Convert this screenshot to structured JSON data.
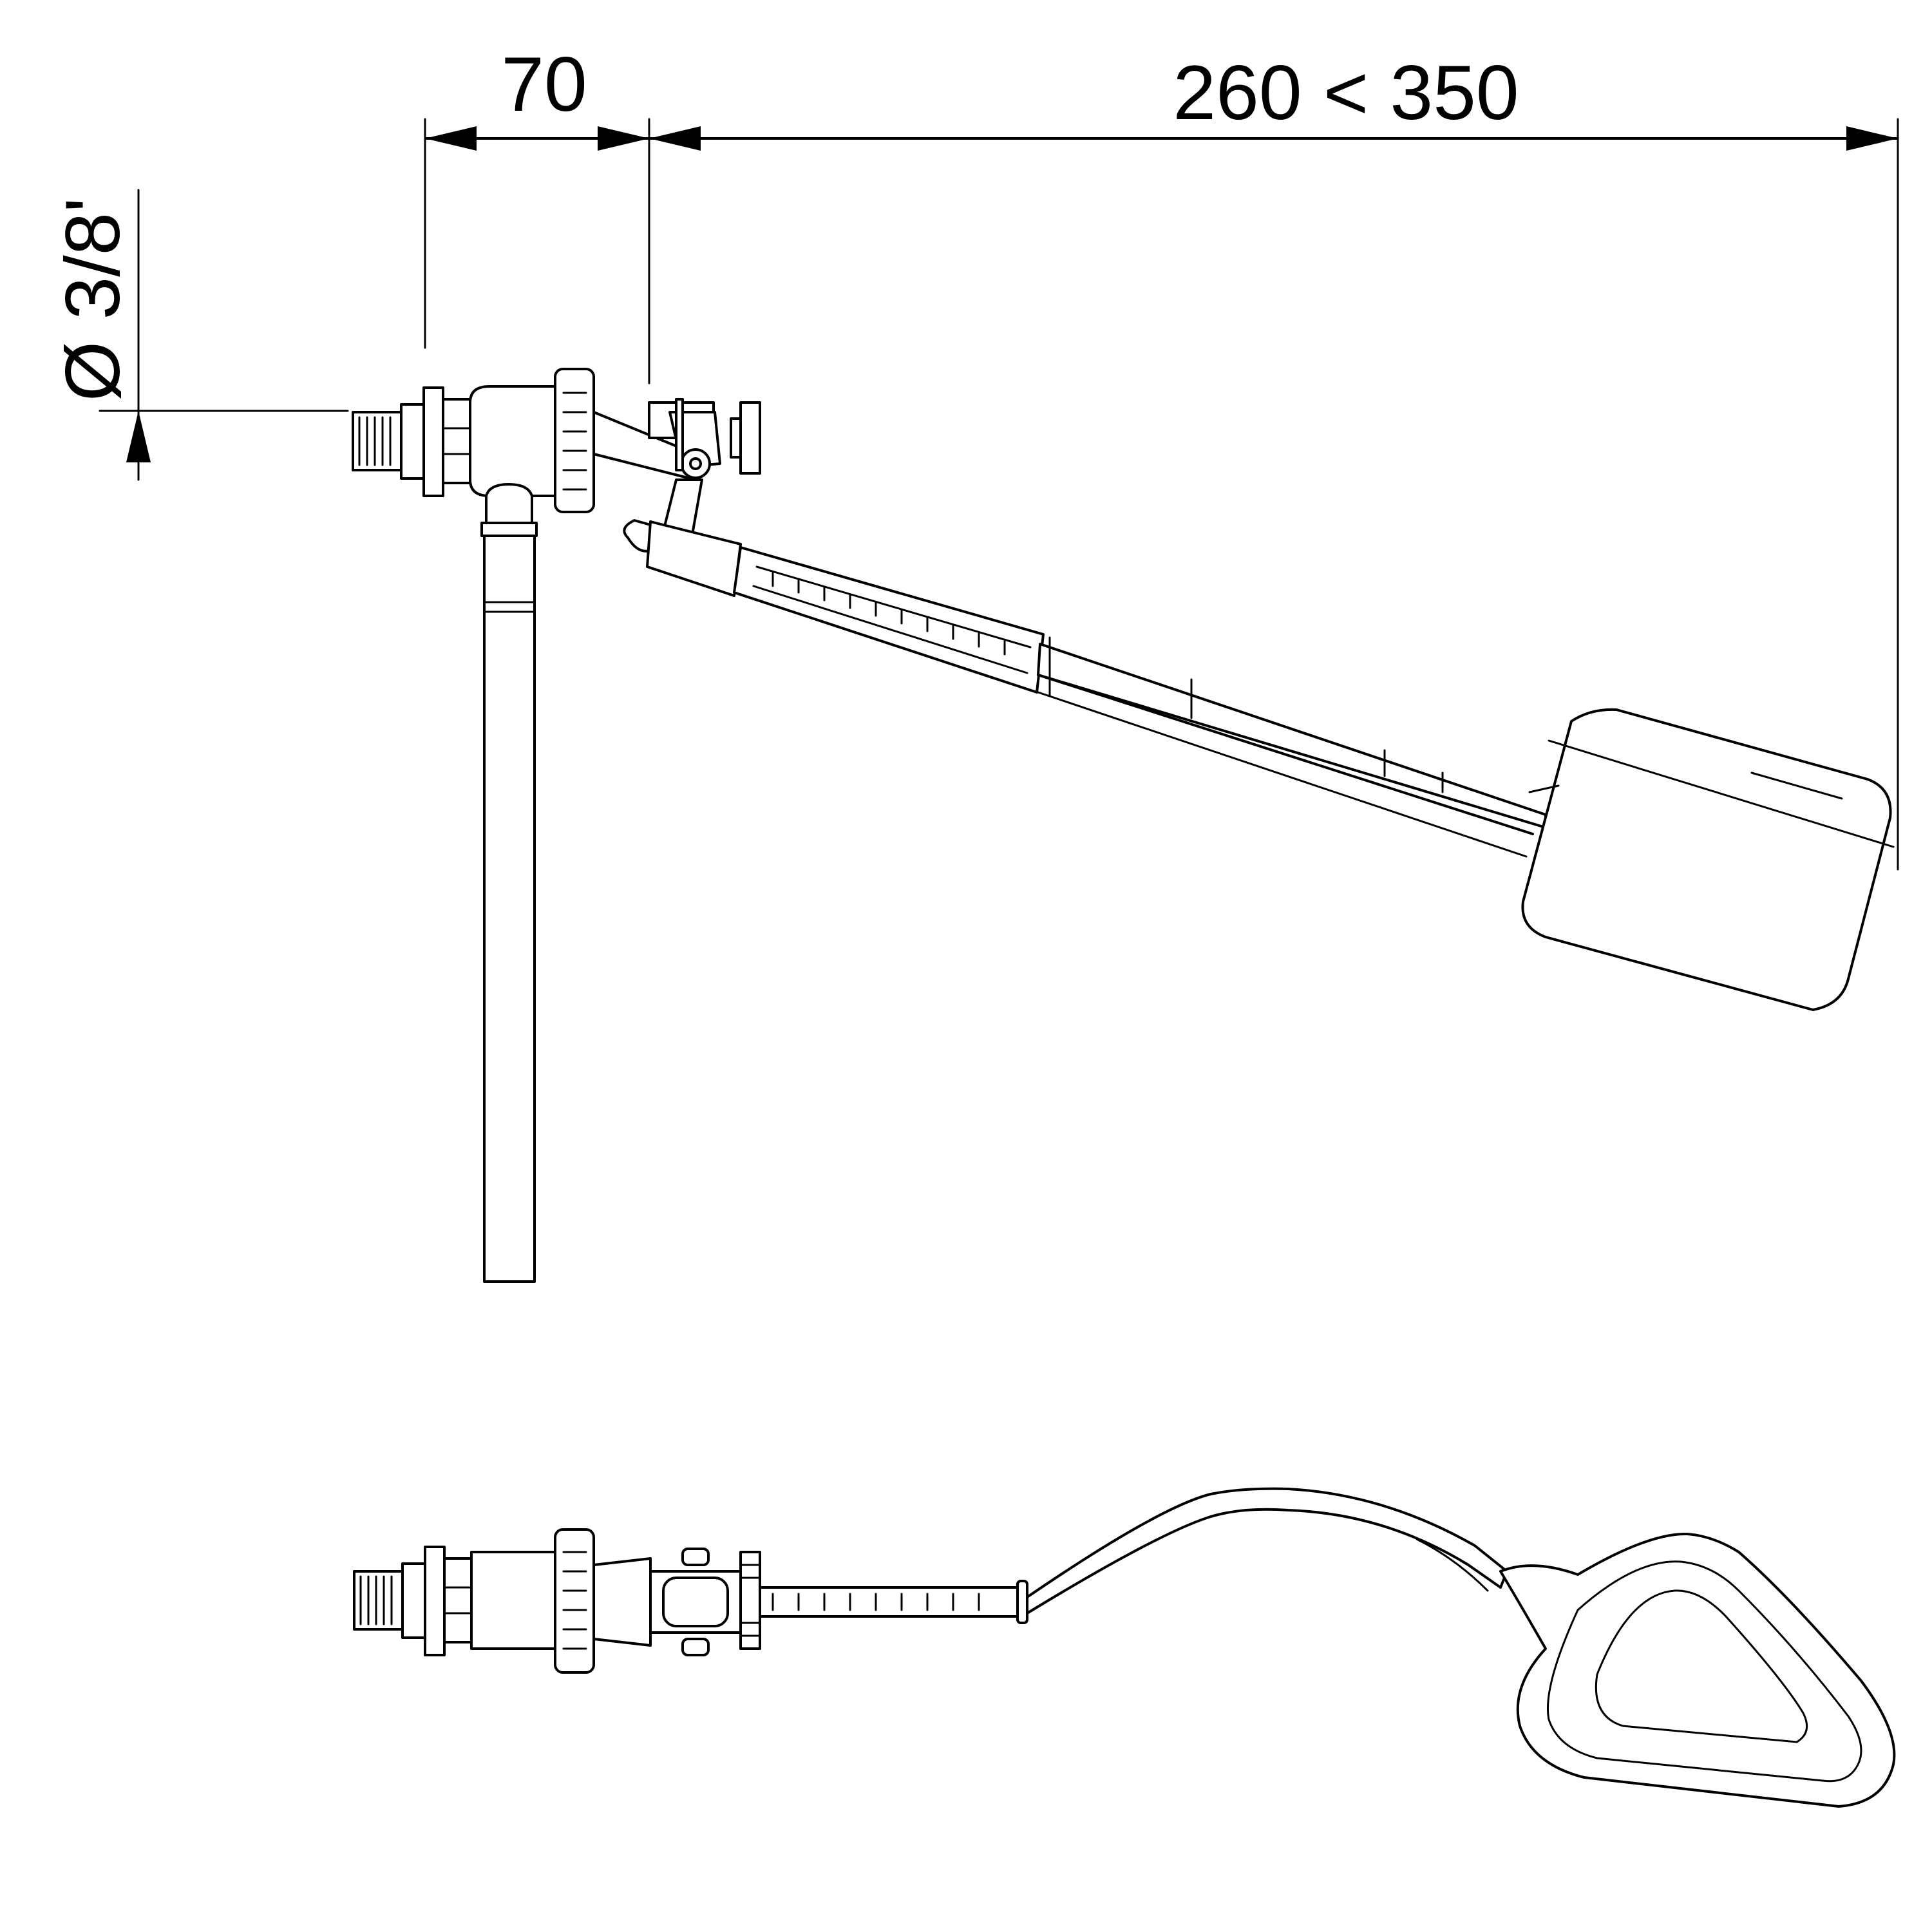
{
  "dimensions": {
    "body_width": "70",
    "arm_length": "260 < 350",
    "thread_diameter": "Ø 3/8'"
  },
  "views": [
    "side-view",
    "top-view"
  ]
}
